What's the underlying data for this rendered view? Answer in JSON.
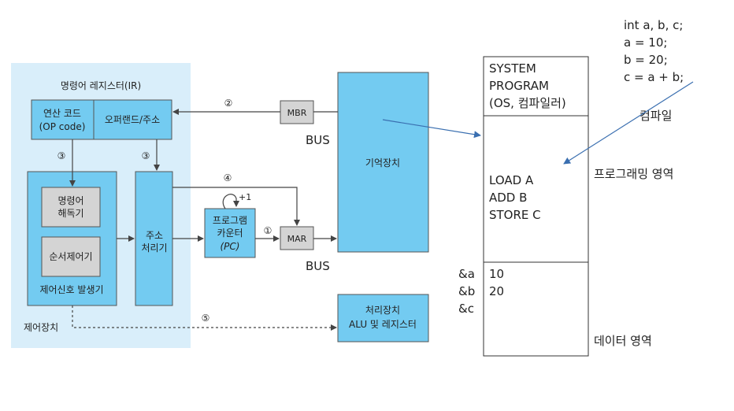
{
  "cpu": {
    "ir_title": "명령어 레지스터(IR)",
    "opcode_line1": "연산 코드",
    "opcode_line2": "(OP code)",
    "operand": "오퍼랜드/주소",
    "decoder_line1": "명령어",
    "decoder_line2": "해독기",
    "sequencer": "순서제어기",
    "signal_gen": "제어신호 발생기",
    "control_unit": "제어장치",
    "addr_proc_line1": "주소",
    "addr_proc_line2": "처리기",
    "pc_line1": "프로그램",
    "pc_line2": "카운터",
    "pc_line3": "(PC)",
    "plus_one": "+1",
    "mbr": "MBR",
    "mar": "MAR",
    "bus_upper": "BUS",
    "bus_lower": "BUS",
    "memory": "기억장치",
    "processor_line1": "처리장치",
    "processor_line2": "ALU 및 레지스터",
    "steps": [
      "①",
      "②",
      "③",
      "③",
      "④",
      "⑤"
    ]
  },
  "memory_map": {
    "system_line1": "SYSTEM",
    "system_line2": "PROGRAM",
    "system_line3": "(OS, 컴파일러)",
    "program_lines": [
      "LOAD A",
      "ADD B",
      "STORE C"
    ],
    "data_values": [
      "10",
      "20"
    ],
    "data_labels": [
      "&a",
      "&b",
      "&c"
    ],
    "program_area_label": "프로그래밍 영역",
    "data_area_label": "데이터 영역"
  },
  "source": {
    "lines": [
      "int a, b, c;",
      "a = 10;",
      "b = 20;",
      "c = a + b;"
    ],
    "compile_label": "컴파일"
  },
  "colors": {
    "panel_bg": "#d9eefa",
    "box_blue": "#73cbf1",
    "box_gray": "#d4d4d4",
    "arrow_blue": "#3a6fb0"
  }
}
